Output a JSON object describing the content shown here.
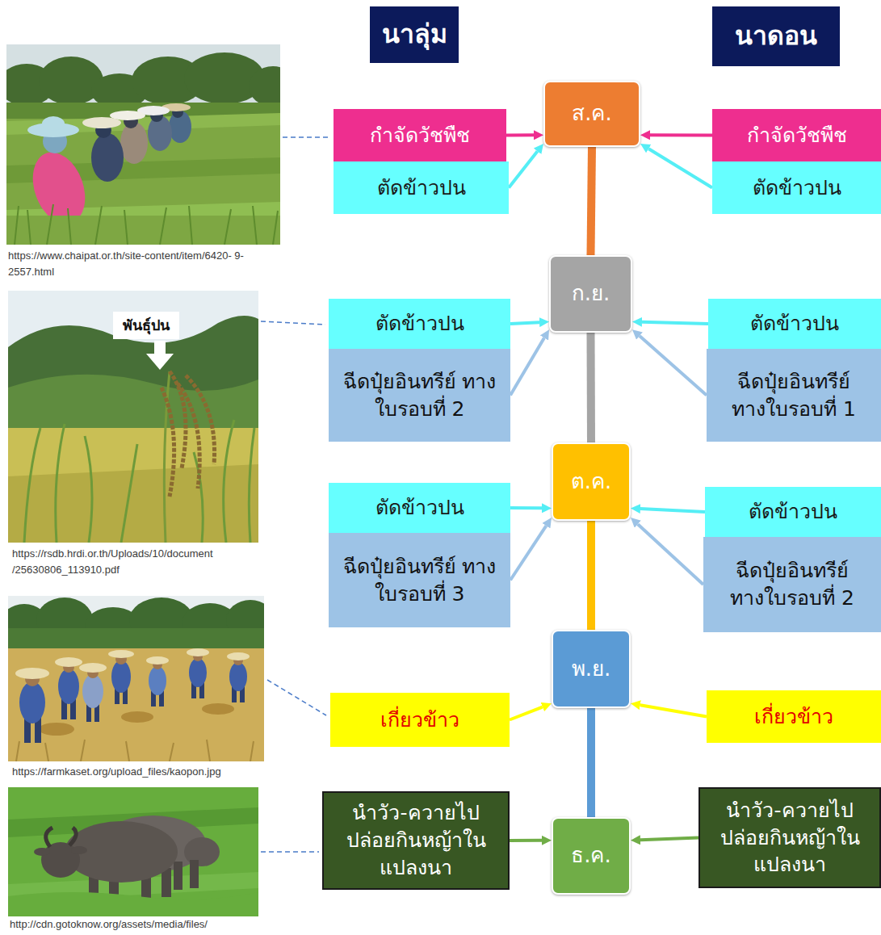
{
  "diagram": {
    "nodes": [
      {
        "text": [
          "นาลุ่ม"
        ]
      },
      {
        "text": [
          "นาดอน"
        ]
      },
      {
        "text": [
          "กำจัดวัชพืช"
        ]
      },
      {
        "text": [
          "ส.ค."
        ]
      },
      {
        "text": [
          "กำจัดวัชพืช"
        ]
      },
      {
        "text": [
          "ตัดข้าวปน"
        ]
      },
      {
        "text": [
          "ตัดข้าวปน"
        ]
      },
      {
        "text": [
          "ตัดข้าวปน"
        ]
      },
      {
        "text": [
          "ก.ย."
        ]
      },
      {
        "text": [
          "ตัดข้าวปน"
        ]
      },
      {
        "text": [
          "ฉีดปุ๋ยอินทรีย์ ทางใบรอบที่ 2"
        ]
      },
      {
        "text": [
          "ฉีดปุ๋ยอินทรีย์ ทางใบรอบที่ 1"
        ]
      },
      {
        "text": [
          "ตัดข้าวปน"
        ]
      },
      {
        "text": [
          "ต.ค."
        ]
      },
      {
        "text": [
          "ตัดข้าวปน"
        ]
      },
      {
        "text": [
          "ฉีดปุ๋ยอินทรีย์ ทางใบรอบที่ 3"
        ]
      },
      {
        "text": [
          "ฉีดปุ๋ยอินทรีย์ ทางใบรอบที่ 2"
        ]
      },
      {
        "text": [
          "พ.ย."
        ]
      },
      {
        "text": [
          "เกี่ยวข้าว"
        ]
      },
      {
        "text": [
          "เกี่ยวข้าว"
        ]
      },
      {
        "text": [
          "นำวัว-ควายไป ปล่อยกินหญ้าใน แปลงนา"
        ]
      },
      {
        "text": [
          "ธ.ค."
        ]
      },
      {
        "text": [
          "นำวัว-ควายไป ปล่อยกินหญ้าใน แปลงนา"
        ]
      }
    ],
    "edges": [
      {
        "from": 2,
        "to": 3,
        "arrow": "to"
      },
      {
        "from": 4,
        "to": 3,
        "arrow": "to"
      },
      {
        "from": 5,
        "to": 3,
        "arrow": "to"
      },
      {
        "from": 6,
        "to": 3,
        "arrow": "to"
      },
      {
        "from": 3,
        "to": 8,
        "arrow": "none"
      },
      {
        "from": 7,
        "to": 8,
        "arrow": "to"
      },
      {
        "from": 9,
        "to": 8,
        "arrow": "to"
      },
      {
        "from": 10,
        "to": 8,
        "arrow": "to"
      },
      {
        "from": 11,
        "to": 8,
        "arrow": "to"
      },
      {
        "from": 8,
        "to": 13,
        "arrow": "none"
      },
      {
        "from": 12,
        "to": 13,
        "arrow": "to"
      },
      {
        "from": 14,
        "to": 13,
        "arrow": "to"
      },
      {
        "from": 15,
        "to": 13,
        "arrow": "to"
      },
      {
        "from": 16,
        "to": 13,
        "arrow": "to"
      },
      {
        "from": 13,
        "to": 17,
        "arrow": "none"
      },
      {
        "from": 18,
        "to": 17,
        "arrow": "to"
      },
      {
        "from": 19,
        "to": 17,
        "arrow": "to"
      },
      {
        "from": 17,
        "to": 21,
        "arrow": "none"
      },
      {
        "from": 20,
        "to": 21,
        "arrow": "to"
      },
      {
        "from": 22,
        "to": 21,
        "arrow": "to"
      }
    ],
    "labels": [
      "https://www.chaipat.or.th/site-content/item/6420- 9-2557.html",
      "พันธุ์ปน",
      "https://rsdb.hrdi.or.th/Uploads/10/document /25630806_113910.pdf",
      "https://farmkaset.org/upload_files/kaopon.jpg",
      "http://cdn.gotoknow.org/assets/media/files/"
    ]
  }
}
